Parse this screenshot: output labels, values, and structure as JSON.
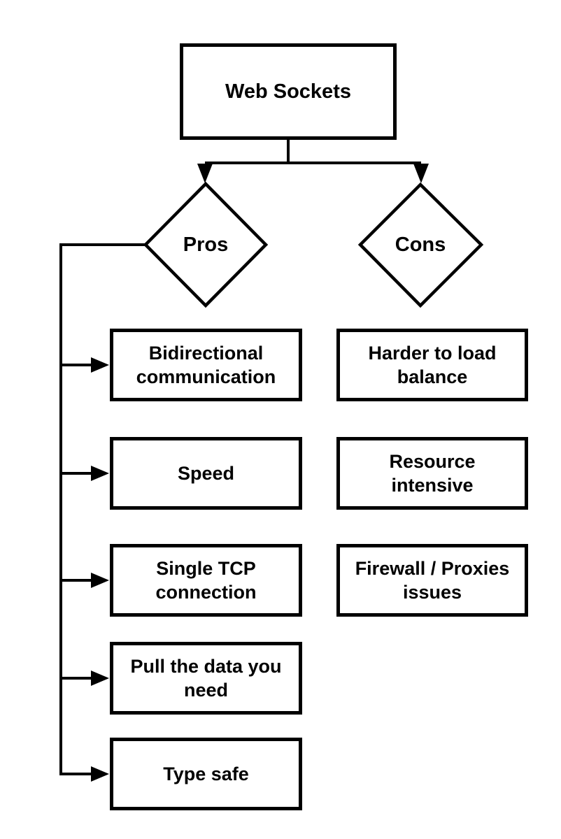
{
  "diagram": {
    "root": {
      "label": "Web Sockets"
    },
    "branches": [
      {
        "label": "Pros",
        "items": [
          {
            "label": "Bidirectional\ncommunication"
          },
          {
            "label": "Speed"
          },
          {
            "label": "Single TCP\nconnection"
          },
          {
            "label": "Pull the data you\nneed"
          },
          {
            "label": "Type safe"
          }
        ]
      },
      {
        "label": "Cons",
        "items": [
          {
            "label": "Harder to load\nbalance"
          },
          {
            "label": "Resource\nintensive"
          },
          {
            "label": "Firewall / Proxies\nissues"
          }
        ]
      }
    ],
    "colors": {
      "stroke": "#000000",
      "shape_fill": "#ffffff",
      "text": "#000000",
      "background": "#ffffff"
    }
  }
}
